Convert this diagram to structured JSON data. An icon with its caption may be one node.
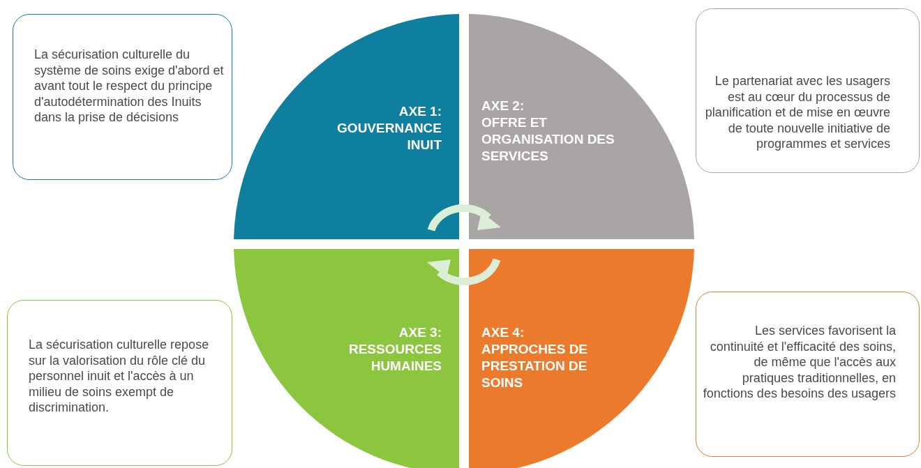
{
  "diagram": {
    "nodes": [
      {
        "text": [
          "La sécurisation culturelle du système de soins exige d'abord et avant tout le respect du principe d'autodétermination des Inuits dans la prise de décisions"
        ]
      },
      {
        "text": [
          "AXE 1:",
          "GOUVERNANCE INUIT"
        ]
      },
      {
        "text": [
          "AXE 2:",
          "OFFRE ET ORGANISATION DES SERVICES"
        ]
      },
      {
        "text": [
          "Le partenariat avec les usagers est au cœur du processus de planification et de mise en œuvre de toute nouvelle initiative de programmes et services"
        ]
      },
      {
        "text": [
          "AXE 3:",
          "RESSOURCES HUMAINES"
        ]
      },
      {
        "text": [
          "AXE 4:",
          "APPROCHES DE PRESTATION DE SOINS"
        ]
      },
      {
        "text": [
          "La sécurisation culturelle repose sur la valorisation du rôle clé du personnel inuit et l'accès à un milieu de soins exempt de discrimination."
        ]
      },
      {
        "text": [
          "Les services favorisent la continuité et l'efficacité des soins, de même que l'accès aux pratiques traditionnelles, en fonctions des besoins des usagers"
        ]
      }
    ],
    "edges": []
  }
}
